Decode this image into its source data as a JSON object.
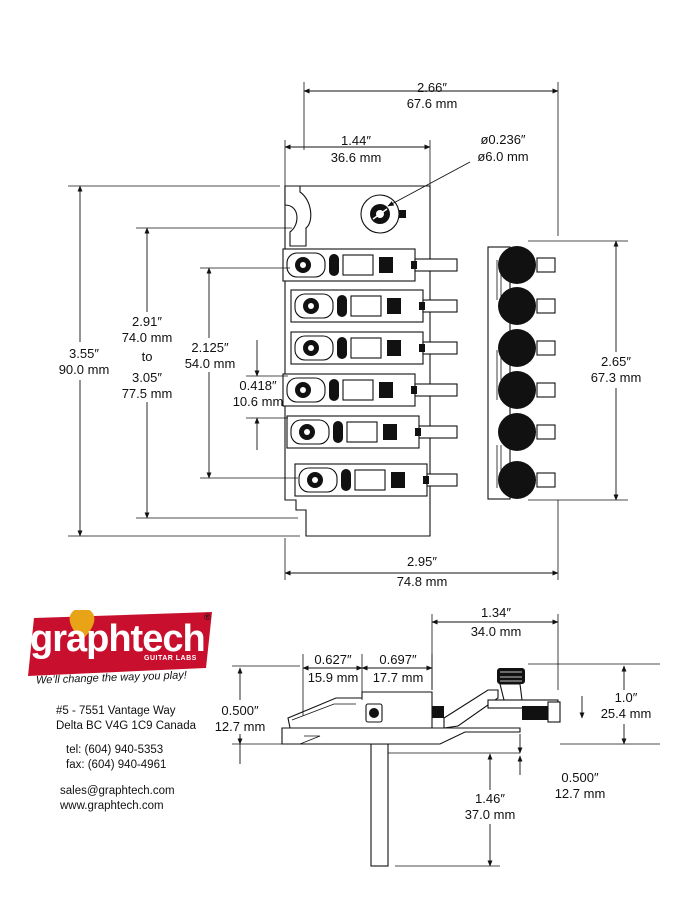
{
  "dimensions": {
    "top_width": {
      "in": "2.66″",
      "mm": "67.6 mm"
    },
    "hole_offset": {
      "in": "1.44″",
      "mm": "36.6 mm"
    },
    "hole_diameter": {
      "in": "ø0.236″",
      "mm": "ø6.0 mm"
    },
    "overall_height": {
      "in": "3.55″",
      "mm": "90.0 mm"
    },
    "string_spread": {
      "in": "2.91″",
      "mm": "74.0 mm",
      "to": "to",
      "in2": "3.05″",
      "mm2": "77.5 mm"
    },
    "saddle_span": {
      "in": "2.125″",
      "mm": "54.0 mm"
    },
    "saddle_spacing": {
      "in": "0.418″",
      "mm": "10.6 mm"
    },
    "knob_span": {
      "in": "2.65″",
      "mm": "67.3 mm"
    },
    "overall_width": {
      "in": "2.95″",
      "mm": "74.8 mm"
    },
    "tail_length": {
      "in": "1.34″",
      "mm": "34.0 mm"
    },
    "saddle_a": {
      "in": "0.627″",
      "mm": "15.9 mm"
    },
    "saddle_b": {
      "in": "0.697″",
      "mm": "17.7 mm"
    },
    "side_height": {
      "in": "0.500″",
      "mm": "12.7 mm"
    },
    "tail_height": {
      "in": "1.0″",
      "mm": "25.4 mm"
    },
    "base_height": {
      "in": "0.500″",
      "mm": "12.7 mm"
    },
    "block_length": {
      "in": "1.46″",
      "mm": "37.0 mm"
    }
  },
  "logo": {
    "name": "graphtech",
    "reg": "®",
    "sub": "GUITAR LABS",
    "tagline": "We’ll change the way you play!"
  },
  "contact": {
    "address1": "#5 - 7551 Vantage Way",
    "address2": "Delta BC  V4G 1C9  Canada",
    "tel": "tel: (604) 940-5353",
    "fax": "fax: (604) 940-4961",
    "email": "sales@graphtech.com",
    "web": "www.graphtech.com"
  },
  "colors": {
    "logo_red": "#c8102e",
    "logo_pick": "#e8a317",
    "ink": "#111111"
  }
}
